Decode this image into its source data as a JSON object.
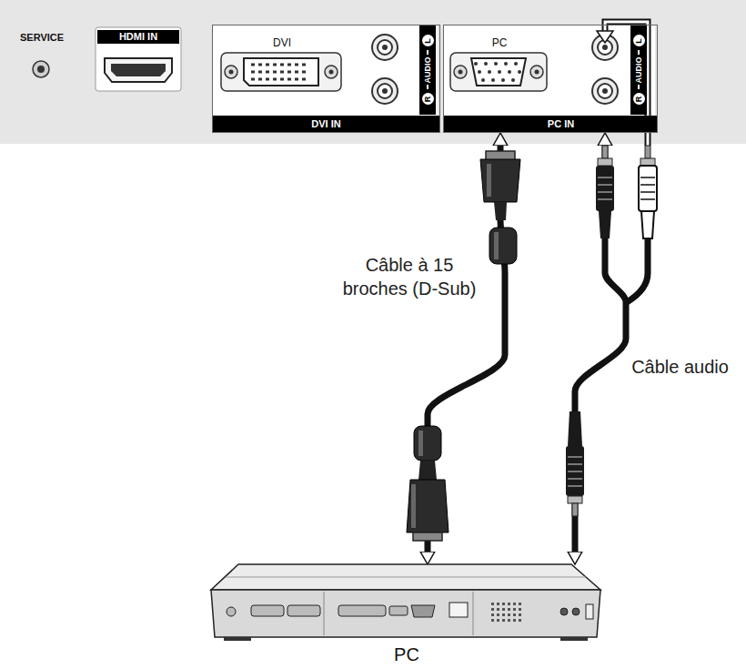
{
  "diagram": {
    "nodes": [
      {
        "text": [
          "DVI",
          "R",
          "AUDIO",
          "L",
          "DVI IN"
        ]
      },
      {
        "text": [
          "PC",
          "R",
          "AUDIO",
          "L",
          "PC IN"
        ]
      },
      {
        "text": [
          "PC"
        ]
      }
    ],
    "edges": [
      {
        "from": 1,
        "to": 2,
        "arrow": "both",
        "label": "Câble à 15 broches (D-Sub)"
      },
      {
        "from": 1,
        "to": 2,
        "arrow": "both",
        "label": "Câble audio"
      }
    ],
    "labels": [
      "SERVICE",
      "HDMI IN"
    ]
  }
}
